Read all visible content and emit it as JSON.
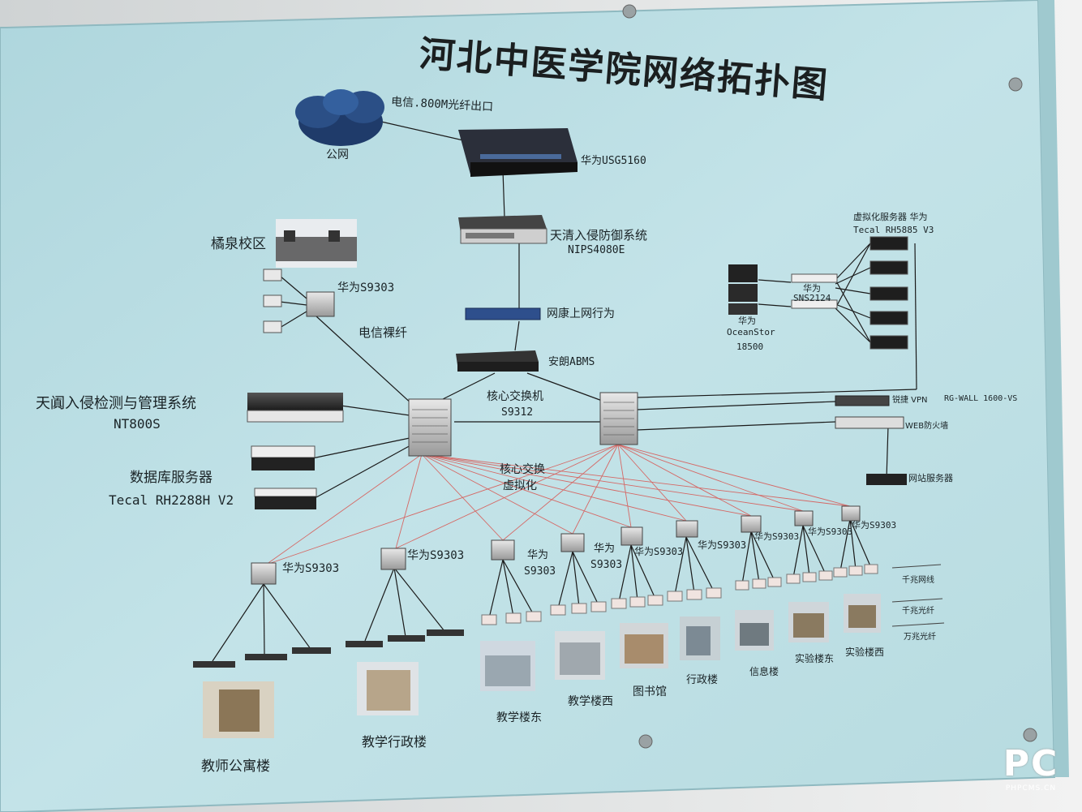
{
  "title": "河北中医学院网络拓扑图",
  "labels": {
    "telecom_exit": "电信.800M光纤出口",
    "public_net": "公网",
    "huawei_usg": "华为USG5160",
    "tianqing_1": "天清入侵防御系统",
    "tianqing_2": "NIPS4080E",
    "wangkang": "网康上网行为",
    "anlang": "安朗ABMS",
    "core_switch_1": "核心交换机",
    "core_switch_2": "S9312",
    "core_virtual_1": "核心交换",
    "core_virtual_2": "虚拟化",
    "juquan": "橘泉校区",
    "huawei_s9303_top": "华为S9303",
    "telecom_fiber": "电信裸纤",
    "tianlan_1": "天阗入侵检测与管理系统",
    "tianlan_2": "NT800S",
    "db_server_1": "数据库服务器",
    "db_server_2": "Tecal RH2288H V2",
    "virt_server_1": "虚拟化服务器 华为",
    "virt_server_2": "Tecal RH5885 V3",
    "sns_1": "华为",
    "sns_2": "SNS2124",
    "ocean_1": "华为",
    "ocean_2": "OceanStor",
    "ocean_3": "18500",
    "vpn": "锐捷 VPN",
    "rgwall": "RG-WALL 1600-VS",
    "web_fw": "WEB防火墙",
    "web_server": "网站服务器",
    "s9303_a": "华为S9303",
    "s9303_b": "华为S9303",
    "s9303_c1": "华为",
    "s9303_c2": "S9303",
    "s9303_d1": "华为",
    "s9303_d2": "S9303",
    "s9303_e": "华为S9303",
    "s9303_f": "华为S9303",
    "s9303_g": "华为S9303",
    "s9303_h": "华为S9303",
    "s9303_i": "华为S9303",
    "legend_gigabit_cable": "千兆网线",
    "legend_gigabit_fiber": "千兆光纤",
    "legend_10g_fiber": "万兆光纤",
    "bld_teacher_apt": "教师公寓楼",
    "bld_admin_teach": "教学行政楼",
    "bld_teach_east": "教学楼东",
    "bld_teach_west": "教学楼西",
    "bld_library": "图书馆",
    "bld_admin": "行政楼",
    "bld_info": "信息楼",
    "bld_lab_east": "实验楼东",
    "bld_lab_west": "实验楼西"
  },
  "watermark": {
    "logo": "PC",
    "text": "PHPCMS.CN"
  },
  "colors": {
    "board": "#b9dce2",
    "red_link": "#d9534f",
    "black_link": "#1a1a1a"
  }
}
